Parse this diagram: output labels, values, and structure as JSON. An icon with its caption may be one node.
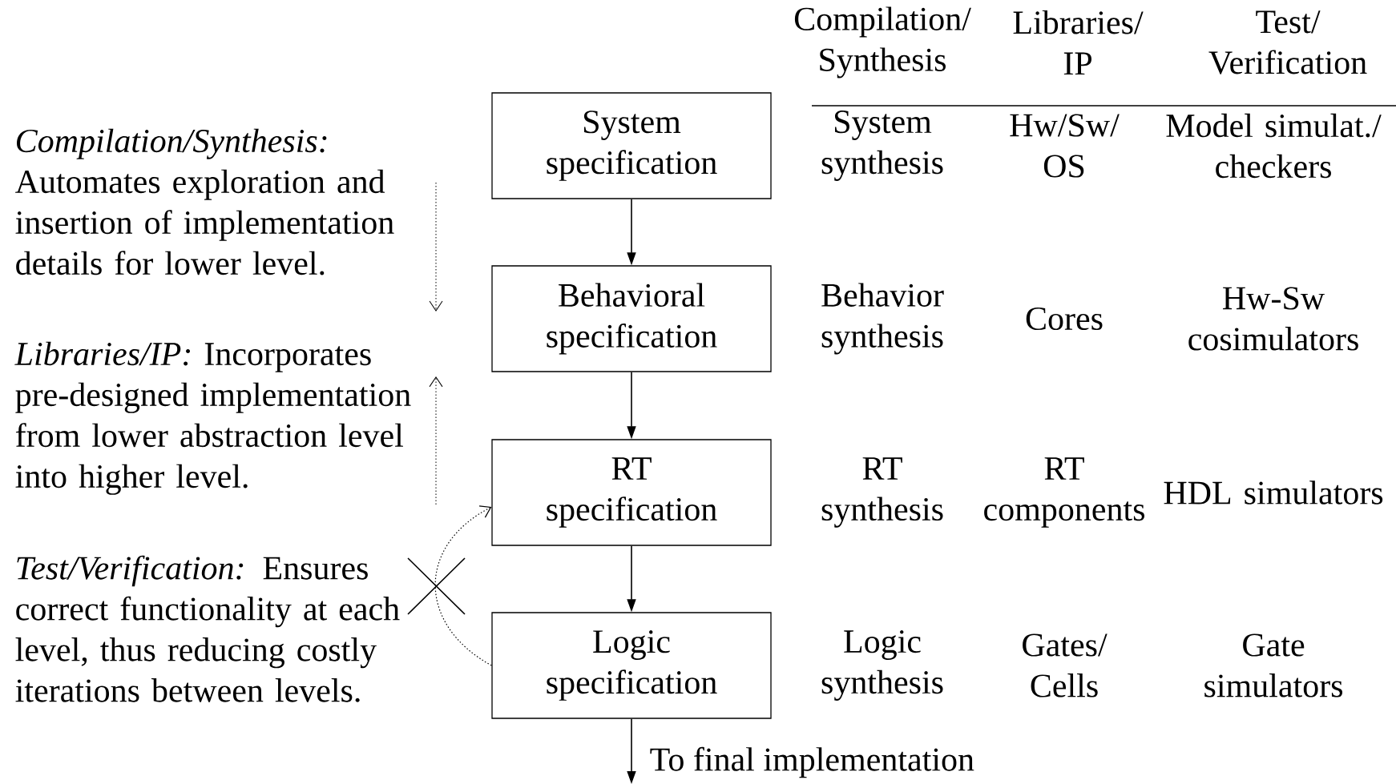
{
  "diagram": {
    "nodes": [
      {
        "text": [
          "System specification"
        ]
      },
      {
        "text": [
          "Behavioral specification"
        ]
      },
      {
        "text": [
          "RT specification"
        ]
      },
      {
        "text": [
          "Logic specification"
        ]
      }
    ],
    "edges": [
      {
        "from": 0,
        "to": 1,
        "arrow": "to"
      },
      {
        "from": 1,
        "to": 2,
        "arrow": "to"
      },
      {
        "from": 2,
        "to": 3,
        "arrow": "to"
      },
      {
        "from": 3,
        "to": null,
        "arrow": "to",
        "label": "To final implementation"
      },
      {
        "from": 3,
        "to": 2,
        "arrow": "to",
        "style": "dashed"
      }
    ],
    "labels": [
      "Compilation/ Synthesis",
      "Libraries/ IP",
      "Test/ Verification",
      "*Compilation/Synthesis:* Automates exploration and insertion of implementation details for lower level.",
      "System synthesis",
      "Hw/Sw/ OS",
      "Model simulat./ checkers",
      "Behavior synthesis",
      "Cores",
      "Hw-Sw cosimulators",
      "*Libraries/IP:* Incorporates pre-designed implementation from lower abstraction level into higher level.",
      "RT synthesis",
      "RT components",
      "HDL simulators",
      "*Test/Verification:* Ensures correct functionality at each level, thus reducing costly iterations between levels.",
      "Logic synthesis",
      "Gates/ Cells",
      "Gate simulators"
    ]
  }
}
